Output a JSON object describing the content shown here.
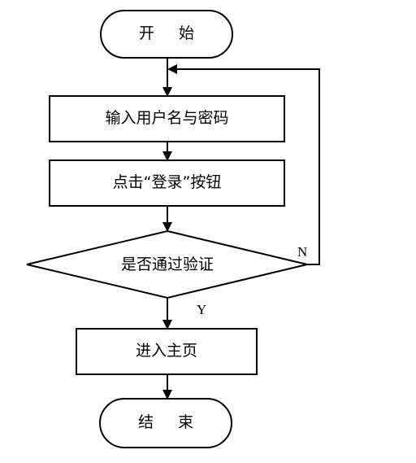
{
  "nodes": {
    "start": "开 始",
    "input": "输入用户名与密码",
    "click": "点击“登录”按钮",
    "decision": "是否通过验证",
    "home": "进入主页",
    "end": "结 束"
  },
  "edges": {
    "yes_label": "Y",
    "no_label": "N"
  }
}
